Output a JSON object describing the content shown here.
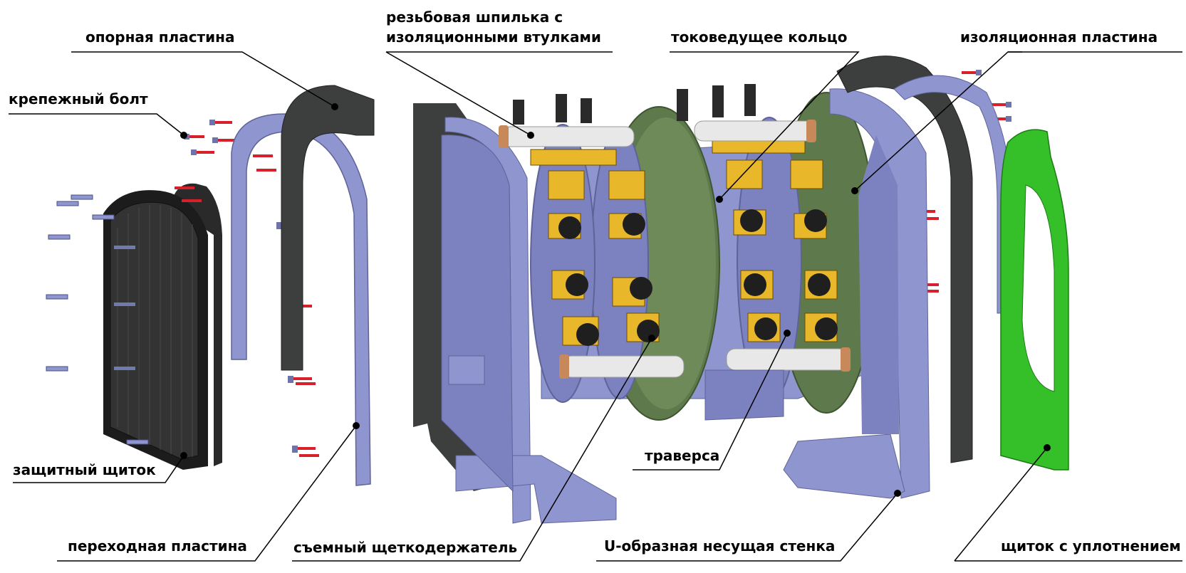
{
  "labels": {
    "support_plate": "опорная пластина",
    "mounting_bolt": "крепежный болт",
    "threaded_stud_line1": "резьбовая шпилька с",
    "threaded_stud_line2": "изоляционными втулками",
    "collector_ring": "токоведущее кольцо",
    "insulating_plate": "изоляционная пластина",
    "protective_shield": "защитный щиток",
    "traverse": "траверса",
    "adapter_plate": "переходная пластина",
    "removable_brush_holder": "съемный щеткодержатель",
    "u_shaped_support_wall": "U-образная несущая стенка",
    "sealed_shield": "щиток с уплотнением"
  },
  "colors": {
    "metal_blue": "#8f95cf",
    "metal_blue_dark": "#5e6398",
    "dark_gray": "#3c3f3d",
    "dark_black": "#1c1c1c",
    "olive_green": "#5e7a4c",
    "bright_green": "#35c02a",
    "brass_yellow": "#e8b72a",
    "insulator_white": "#e8e8e8",
    "bolt_red": "#d8202a",
    "copper": "#c8895a"
  }
}
